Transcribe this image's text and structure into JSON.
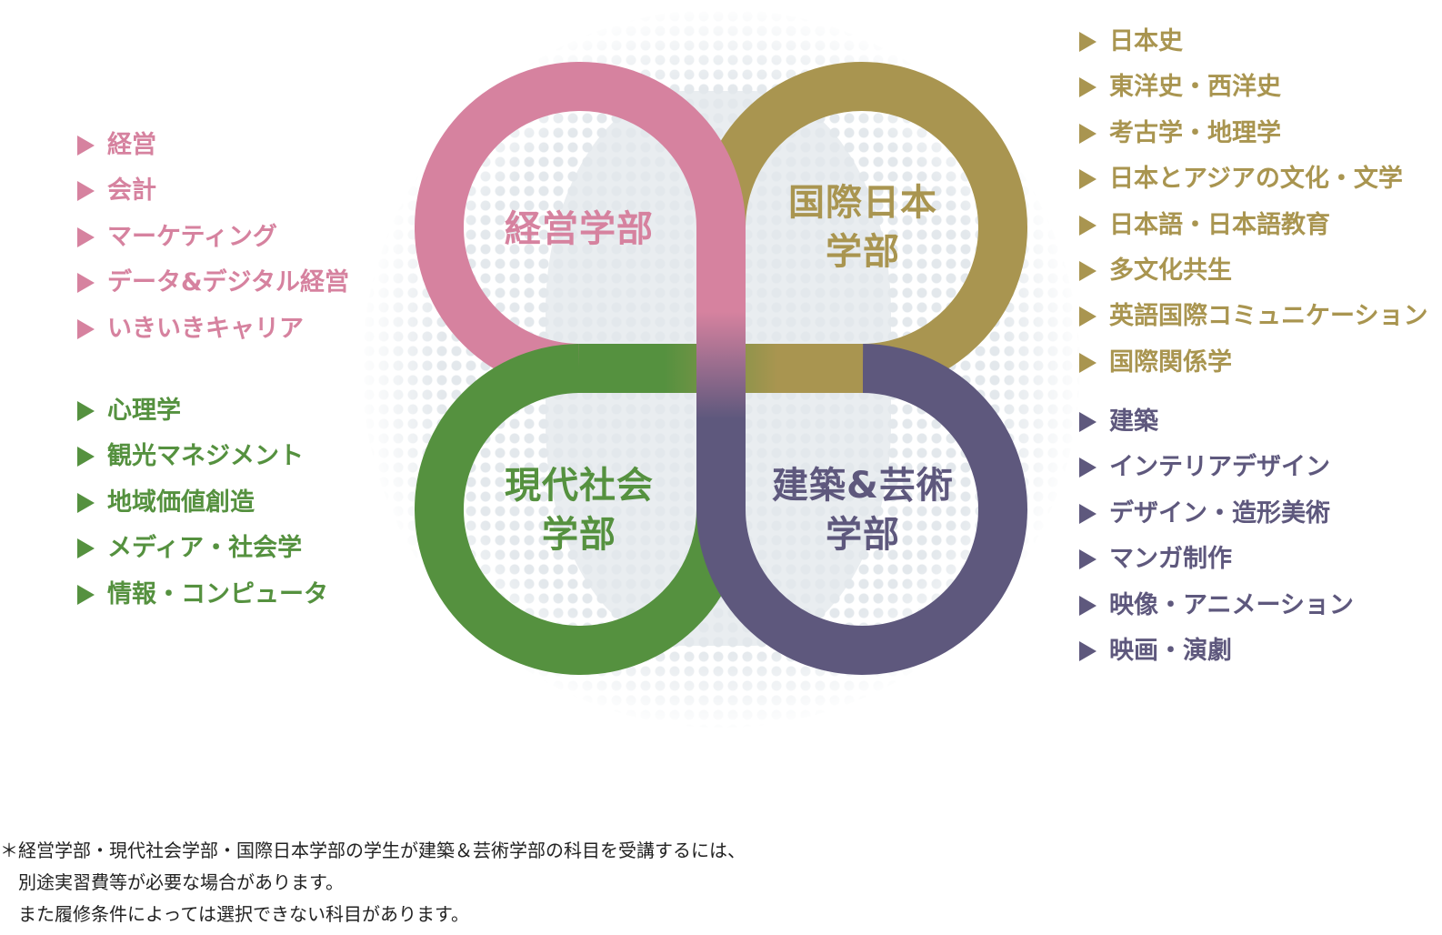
{
  "colors": {
    "management": "#d6829f",
    "japan": "#a99550",
    "social": "#55913f",
    "arts": "#5e587d"
  },
  "faculties": {
    "management": {
      "name": "経営学部",
      "items": [
        "経営",
        "会計",
        "マーケティング",
        "データ&デジタル経営",
        "いきいきキャリア"
      ]
    },
    "social": {
      "name_line1": "現代社会",
      "name_line2": "学部",
      "items": [
        "心理学",
        "観光マネジメント",
        "地域価値創造",
        "メディア・社会学",
        "情報・コンピュータ"
      ]
    },
    "japan": {
      "name_line1": "国際日本",
      "name_line2": "学部",
      "items": [
        "日本史",
        "東洋史・西洋史",
        "考古学・地理学",
        "日本とアジアの文化・文学",
        "日本語・日本語教育",
        "多文化共生",
        "英語国際コミュニケーション",
        "国際関係学"
      ]
    },
    "arts": {
      "name_line1": "建築&芸術",
      "name_line2": "学部",
      "items": [
        "建築",
        "インテリアデザイン",
        "デザイン・造形美術",
        "マンガ制作",
        "映像・アニメーション",
        "映画・演劇"
      ]
    }
  },
  "footnote": [
    "＊経営学部・現代社会学部・国際日本学部の学生が建築＆芸術学部の科目を受講するには、",
    "別途実習費等が必要な場合があります。",
    "また履修条件によっては選択できない科目があります。"
  ]
}
